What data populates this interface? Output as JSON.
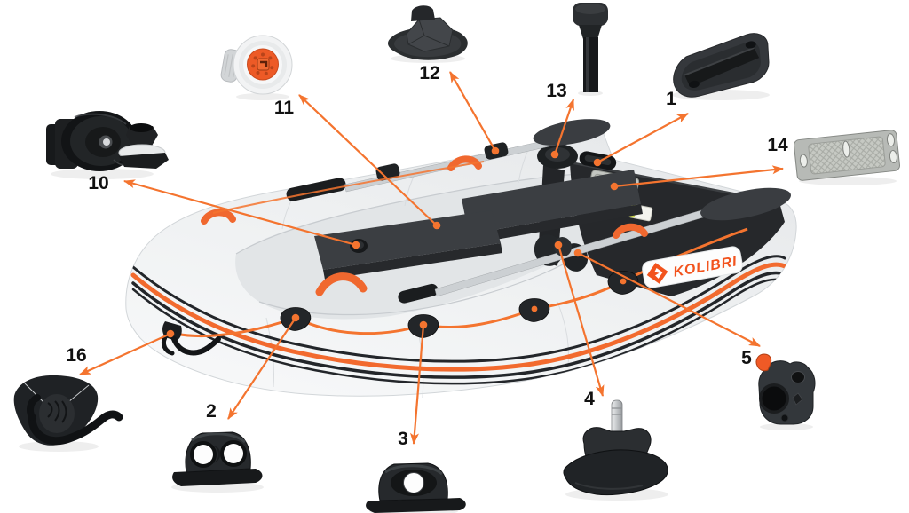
{
  "diagram": {
    "brand_logo": "KOLIBRI",
    "accent_color": "#F4742F",
    "logo_color": "#F2531D",
    "label_color": "#111111",
    "background": "#FFFFFF"
  },
  "callouts": [
    {
      "label": "1",
      "part": "transom-carry-handle"
    },
    {
      "label": "2",
      "part": "rope-guide-double"
    },
    {
      "label": "3",
      "part": "rope-guide-single"
    },
    {
      "label": "4",
      "part": "oarlock-pin-base"
    },
    {
      "label": "5",
      "part": "oar-clamp"
    },
    {
      "label": "10",
      "part": "air-valve-and-pump-adapter"
    },
    {
      "label": "11",
      "part": "air-valve-cap"
    },
    {
      "label": "12",
      "part": "bow-mount-fitting"
    },
    {
      "label": "13",
      "part": "seat-post"
    },
    {
      "label": "14",
      "part": "transom-motor-plate"
    },
    {
      "label": "16",
      "part": "grip-pad-handle"
    }
  ]
}
